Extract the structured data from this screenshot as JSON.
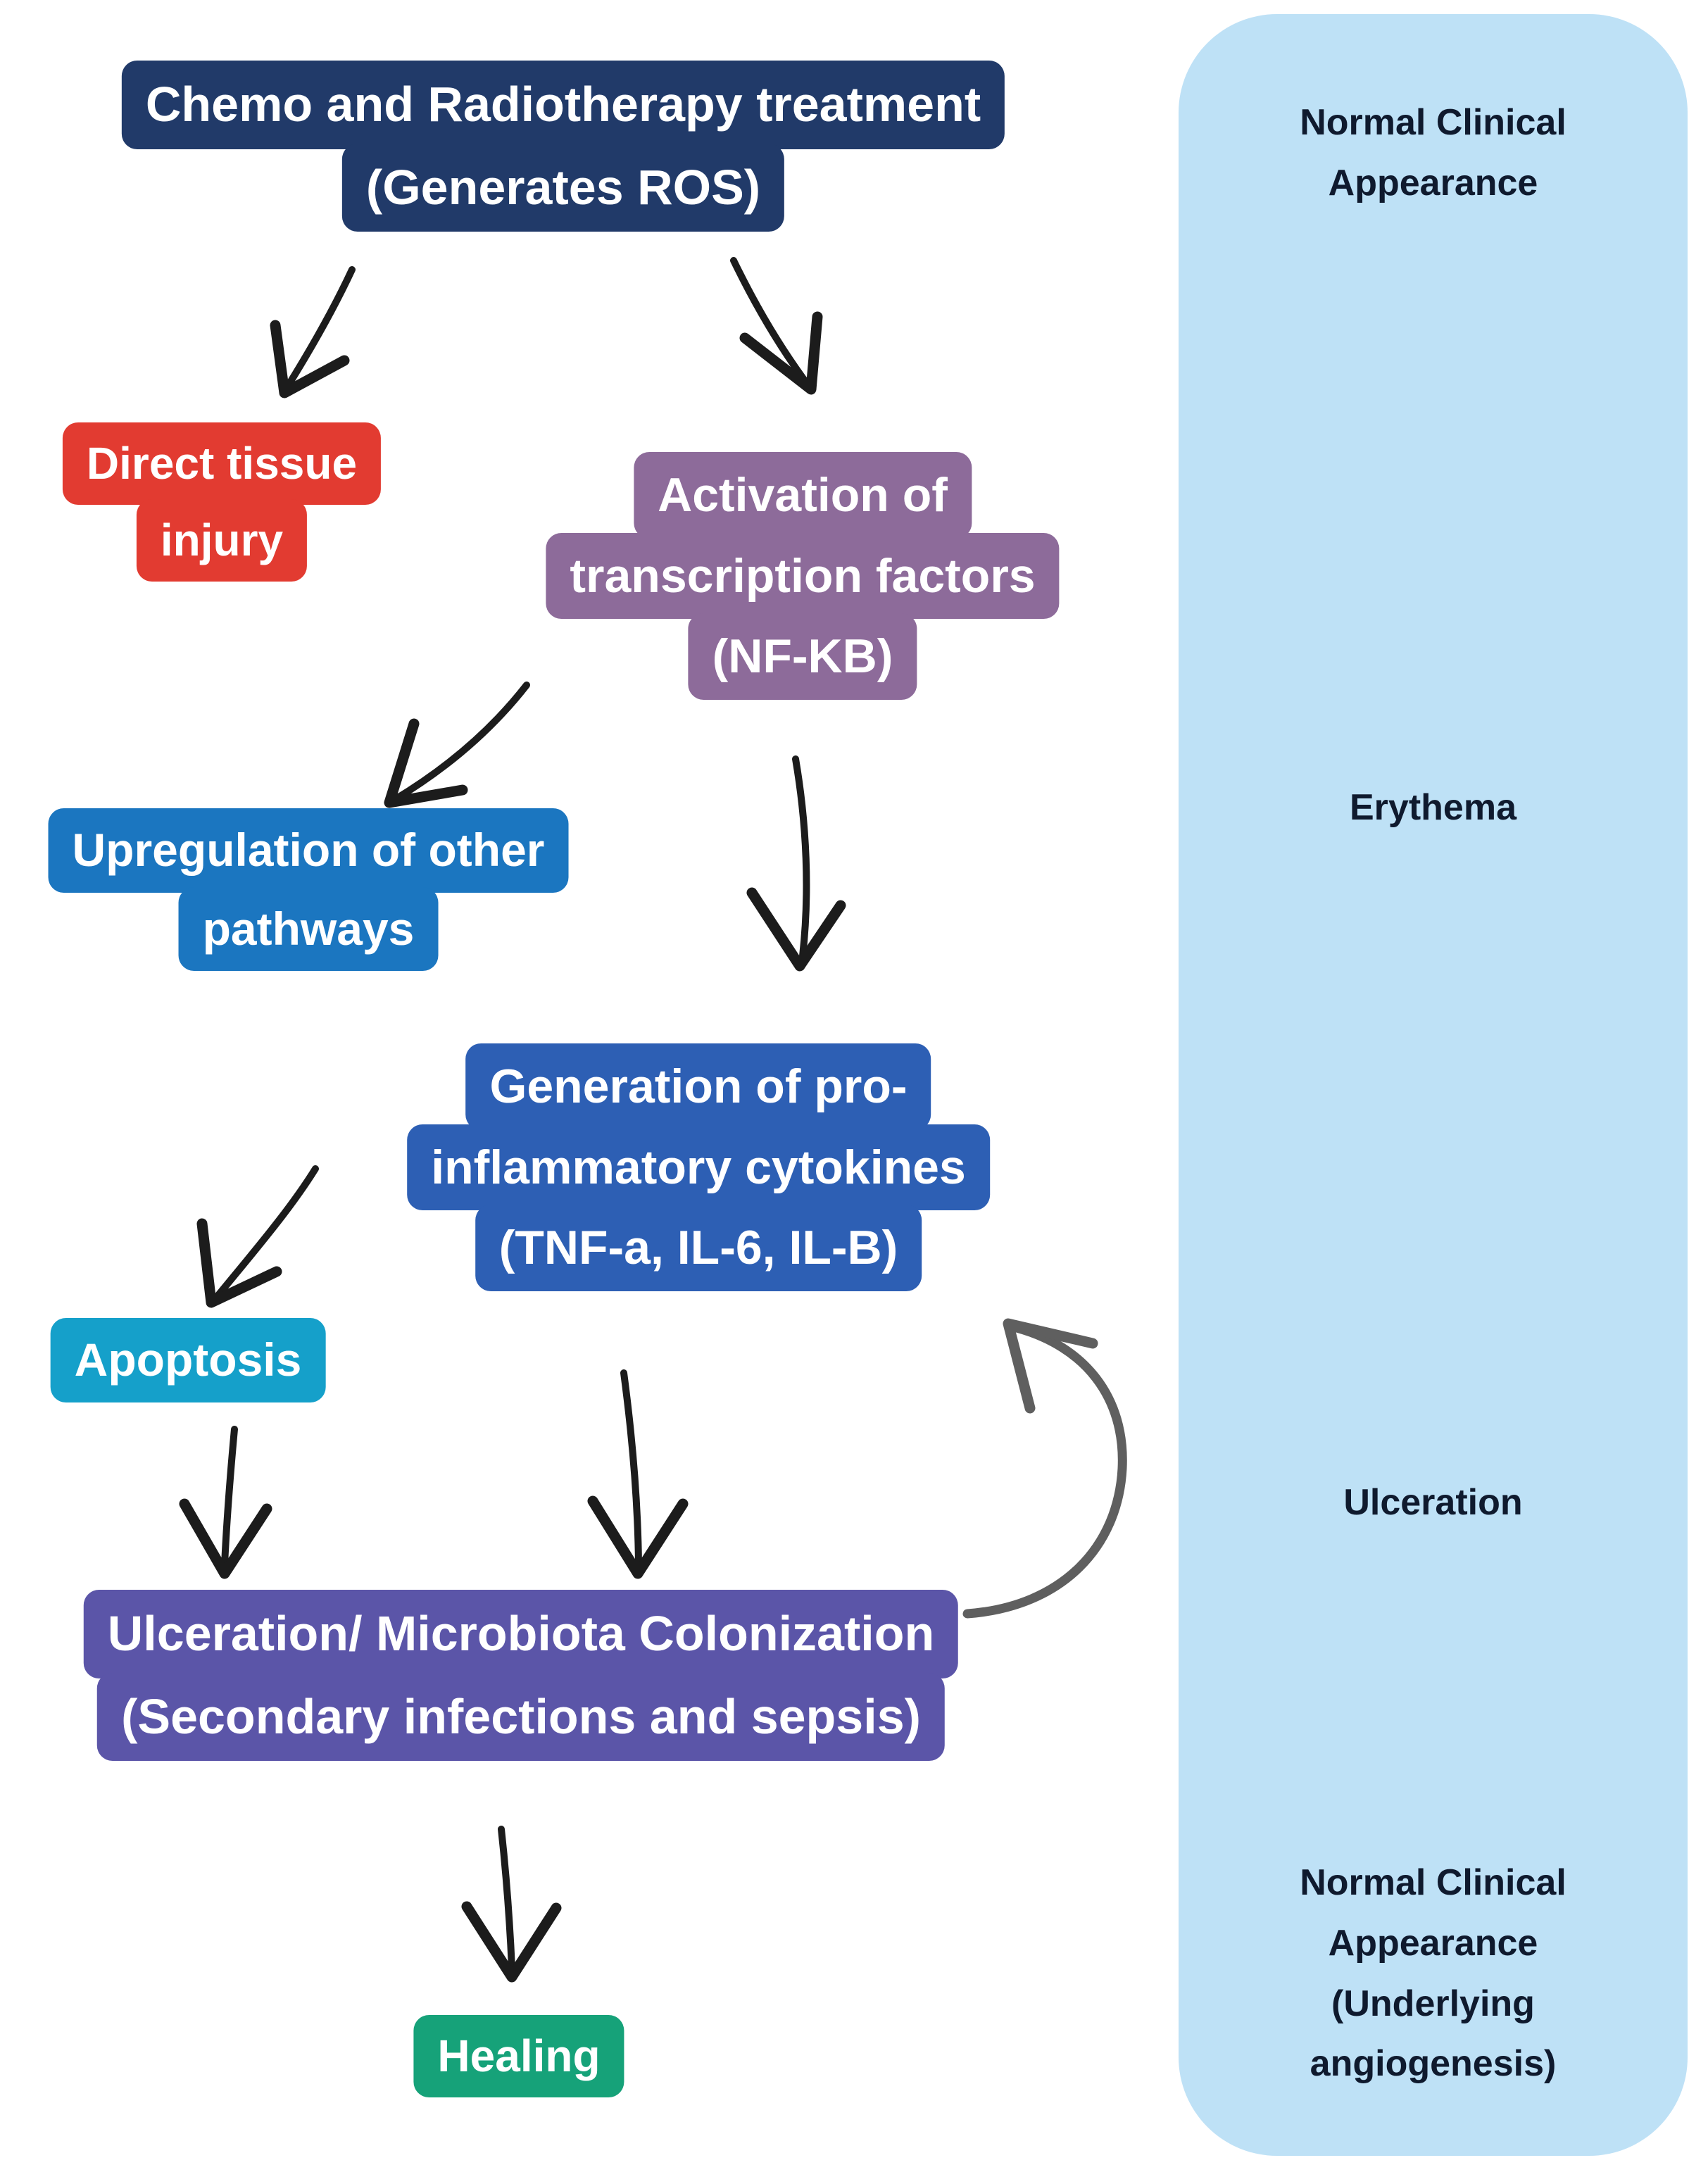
{
  "flow": {
    "text_color": "#ffffff",
    "arrow_color": "#1c1c1c",
    "feedback_arrow_color": "#5f5f5f",
    "nodes": {
      "chemo": {
        "lines": [
          "Chemo and Radiotherapy treatment",
          "(Generates ROS)"
        ],
        "color": "#213a69"
      },
      "direct_injury": {
        "lines": [
          "Direct tissue",
          "injury"
        ],
        "color": "#e23b31"
      },
      "transcription_factors": {
        "lines": [
          "Activation of",
          "transcription factors",
          "(NF-KB)"
        ],
        "color": "#8d6b9a"
      },
      "upregulation": {
        "lines": [
          "Upregulation of other",
          "pathways"
        ],
        "color": "#1b76c0"
      },
      "cytokines": {
        "lines": [
          "Generation of pro-",
          "inflammatory cytokines",
          "(TNF-a, IL-6, IL-B)"
        ],
        "color": "#2d5fb4"
      },
      "apoptosis": {
        "lines": [
          "Apoptosis"
        ],
        "color": "#15a0ca"
      },
      "ulceration": {
        "lines": [
          "Ulceration/ Microbiota Colonization",
          "(Secondary infections and sepsis)"
        ],
        "color": "#5b55a8"
      },
      "healing": {
        "lines": [
          "Healing"
        ],
        "color": "#16a279"
      }
    },
    "edges": [
      {
        "from": "chemo",
        "to": "direct_injury"
      },
      {
        "from": "chemo",
        "to": "transcription_factors"
      },
      {
        "from": "transcription_factors",
        "to": "upregulation"
      },
      {
        "from": "transcription_factors",
        "to": "cytokines"
      },
      {
        "from": "cytokines",
        "to": "apoptosis"
      },
      {
        "from": "apoptosis",
        "to": "ulceration"
      },
      {
        "from": "cytokines",
        "to": "ulceration"
      },
      {
        "from": "ulceration",
        "to": "cytokines",
        "style": "feedback-loop"
      },
      {
        "from": "ulceration",
        "to": "healing"
      }
    ]
  },
  "stages_panel": {
    "background": "#bee1f6",
    "text_color": "#0f1a2e",
    "stages": [
      {
        "lines": [
          "Normal Clinical",
          "Appearance"
        ]
      },
      {
        "lines": [
          "Erythema"
        ]
      },
      {
        "lines": [
          "Ulceration"
        ]
      },
      {
        "lines": [
          "Normal Clinical",
          "Appearance",
          "(Underlying",
          "angiogenesis)"
        ]
      }
    ]
  }
}
